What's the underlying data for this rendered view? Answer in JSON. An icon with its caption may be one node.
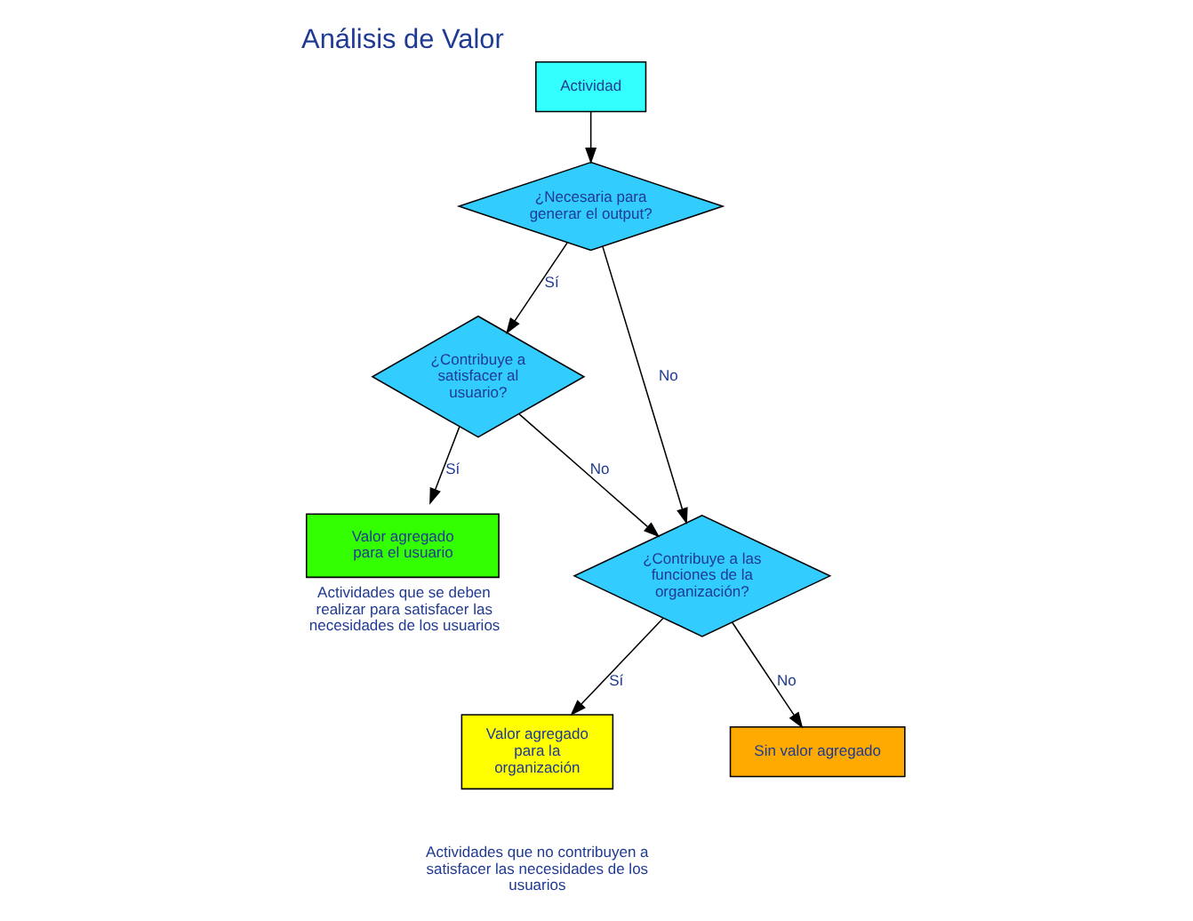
{
  "diagram": {
    "title": "Análisis de Valor",
    "nodes": [
      {
        "text": [
          "Actividad"
        ]
      },
      {
        "text": [
          "¿Necesaria para generar el output?"
        ]
      },
      {
        "text": [
          "¿Contribuye a satisfacer al usuario?"
        ]
      },
      {
        "text": [
          "¿Contribuye a las funciones de la organización?"
        ]
      },
      {
        "text": [
          "Valor agregado para el usuario"
        ],
        "beside": [
          "Actividades que se deben realizar para satisfacer las necesidades de los usuarios"
        ]
      },
      {
        "text": [
          "Valor agregado para la organización"
        ]
      },
      {
        "text": [
          "Sin valor agregado"
        ]
      }
    ],
    "edges": [
      {
        "from": 0,
        "to": 1,
        "arrow": "to"
      },
      {
        "from": 1,
        "to": 2,
        "arrow": "to",
        "label": "Sí"
      },
      {
        "from": 1,
        "to": 3,
        "arrow": "to",
        "label": "No"
      },
      {
        "from": 2,
        "to": 3,
        "arrow": "to",
        "label": "No"
      },
      {
        "from": 2,
        "to": 4,
        "arrow": "to",
        "label": "Sí"
      },
      {
        "from": 3,
        "to": 5,
        "arrow": "to",
        "label": "Sí"
      },
      {
        "from": 3,
        "to": 6,
        "arrow": "to",
        "label": "No"
      }
    ],
    "labels": [
      "Actividades que no contribuyen a satisfacer las necesidades de los usuarios"
    ]
  }
}
